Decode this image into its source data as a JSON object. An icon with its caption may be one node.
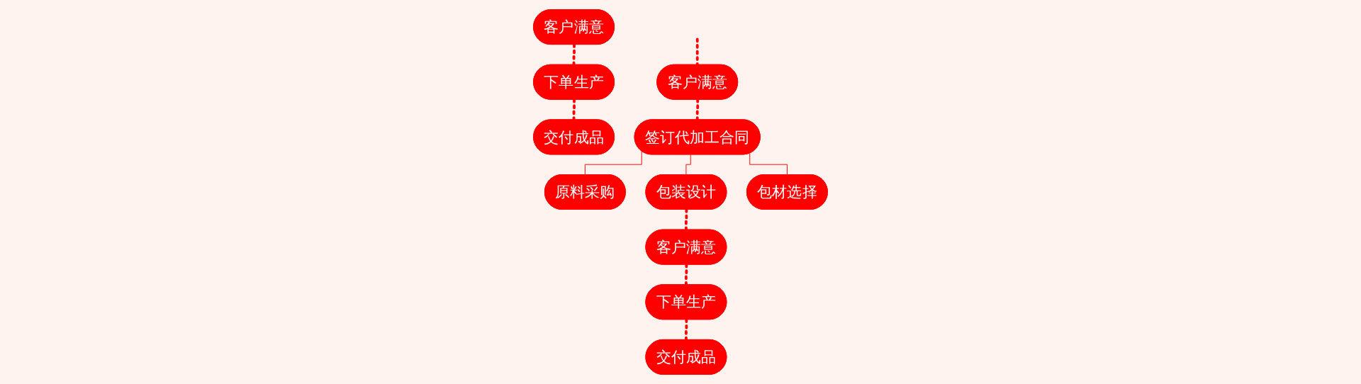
{
  "diagram": {
    "nodes": [
      {
        "text": [
          "客户满意"
        ]
      },
      {
        "text": [
          "下单生产"
        ]
      },
      {
        "text": [
          "交付成品"
        ]
      },
      {
        "text": [
          "客户满意"
        ]
      },
      {
        "text": [
          "签订代加工合同"
        ]
      },
      {
        "text": [
          "原料采购"
        ]
      },
      {
        "text": [
          "包装设计"
        ]
      },
      {
        "text": [
          "包材选择"
        ]
      },
      {
        "text": [
          "客户满意"
        ]
      },
      {
        "text": [
          "下单生产"
        ]
      },
      {
        "text": [
          "交付成品"
        ]
      }
    ],
    "edges": [
      {
        "from": 0,
        "to": 1,
        "arrow": "none",
        "style": "dashed"
      },
      {
        "from": 1,
        "to": 2,
        "arrow": "none",
        "style": "dashed"
      },
      {
        "from": null,
        "to": 3,
        "arrow": "none",
        "style": "dashed"
      },
      {
        "from": 3,
        "to": 4,
        "arrow": "none",
        "style": "dashed"
      },
      {
        "from": 4,
        "to": 5,
        "arrow": "none"
      },
      {
        "from": 4,
        "to": 6,
        "arrow": "none"
      },
      {
        "from": 4,
        "to": 7,
        "arrow": "none"
      },
      {
        "from": 6,
        "to": 8,
        "arrow": "none",
        "style": "dashed"
      },
      {
        "from": 8,
        "to": 9,
        "arrow": "none",
        "style": "dashed"
      },
      {
        "from": 9,
        "to": 10,
        "arrow": "none",
        "style": "dashed"
      }
    ]
  }
}
